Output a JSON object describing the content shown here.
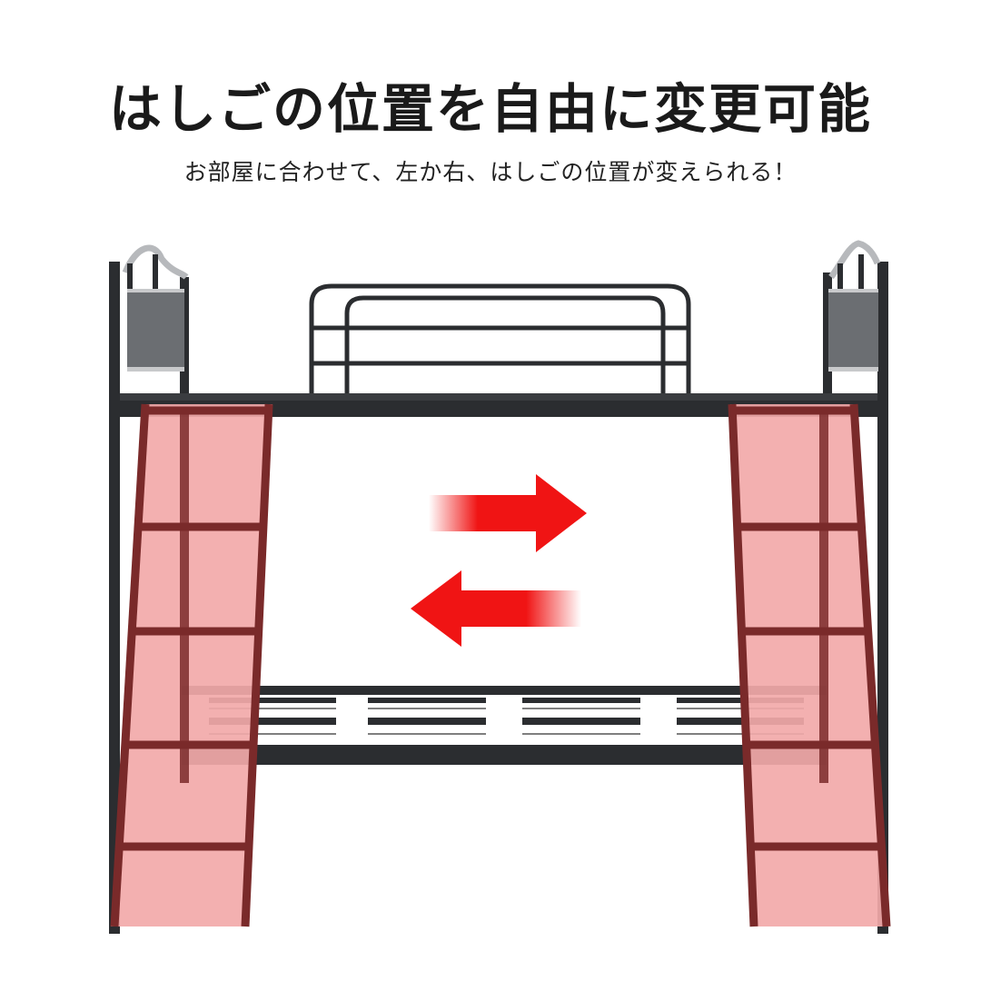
{
  "headline": {
    "text": "はしごの位置を自由に変更可能",
    "accent_pink": "#f4a6a6",
    "accent_yellow": "#f8f0c8"
  },
  "subtitle": {
    "text": "お部屋に合わせて、左か右、はしごの位置が変えられる！"
  },
  "illustration": {
    "subject": "bunk-bed",
    "frame_color": "#2b2d30",
    "headboard_color": "#6b6e72",
    "ladder_highlight_color": "#f2a9a9",
    "ladder_outline_color": "#7a2a2a",
    "arrow_color": "#f01414",
    "ladders": [
      {
        "position": "left"
      },
      {
        "position": "right"
      }
    ],
    "arrows": [
      {
        "direction": "right"
      },
      {
        "direction": "left"
      }
    ]
  }
}
